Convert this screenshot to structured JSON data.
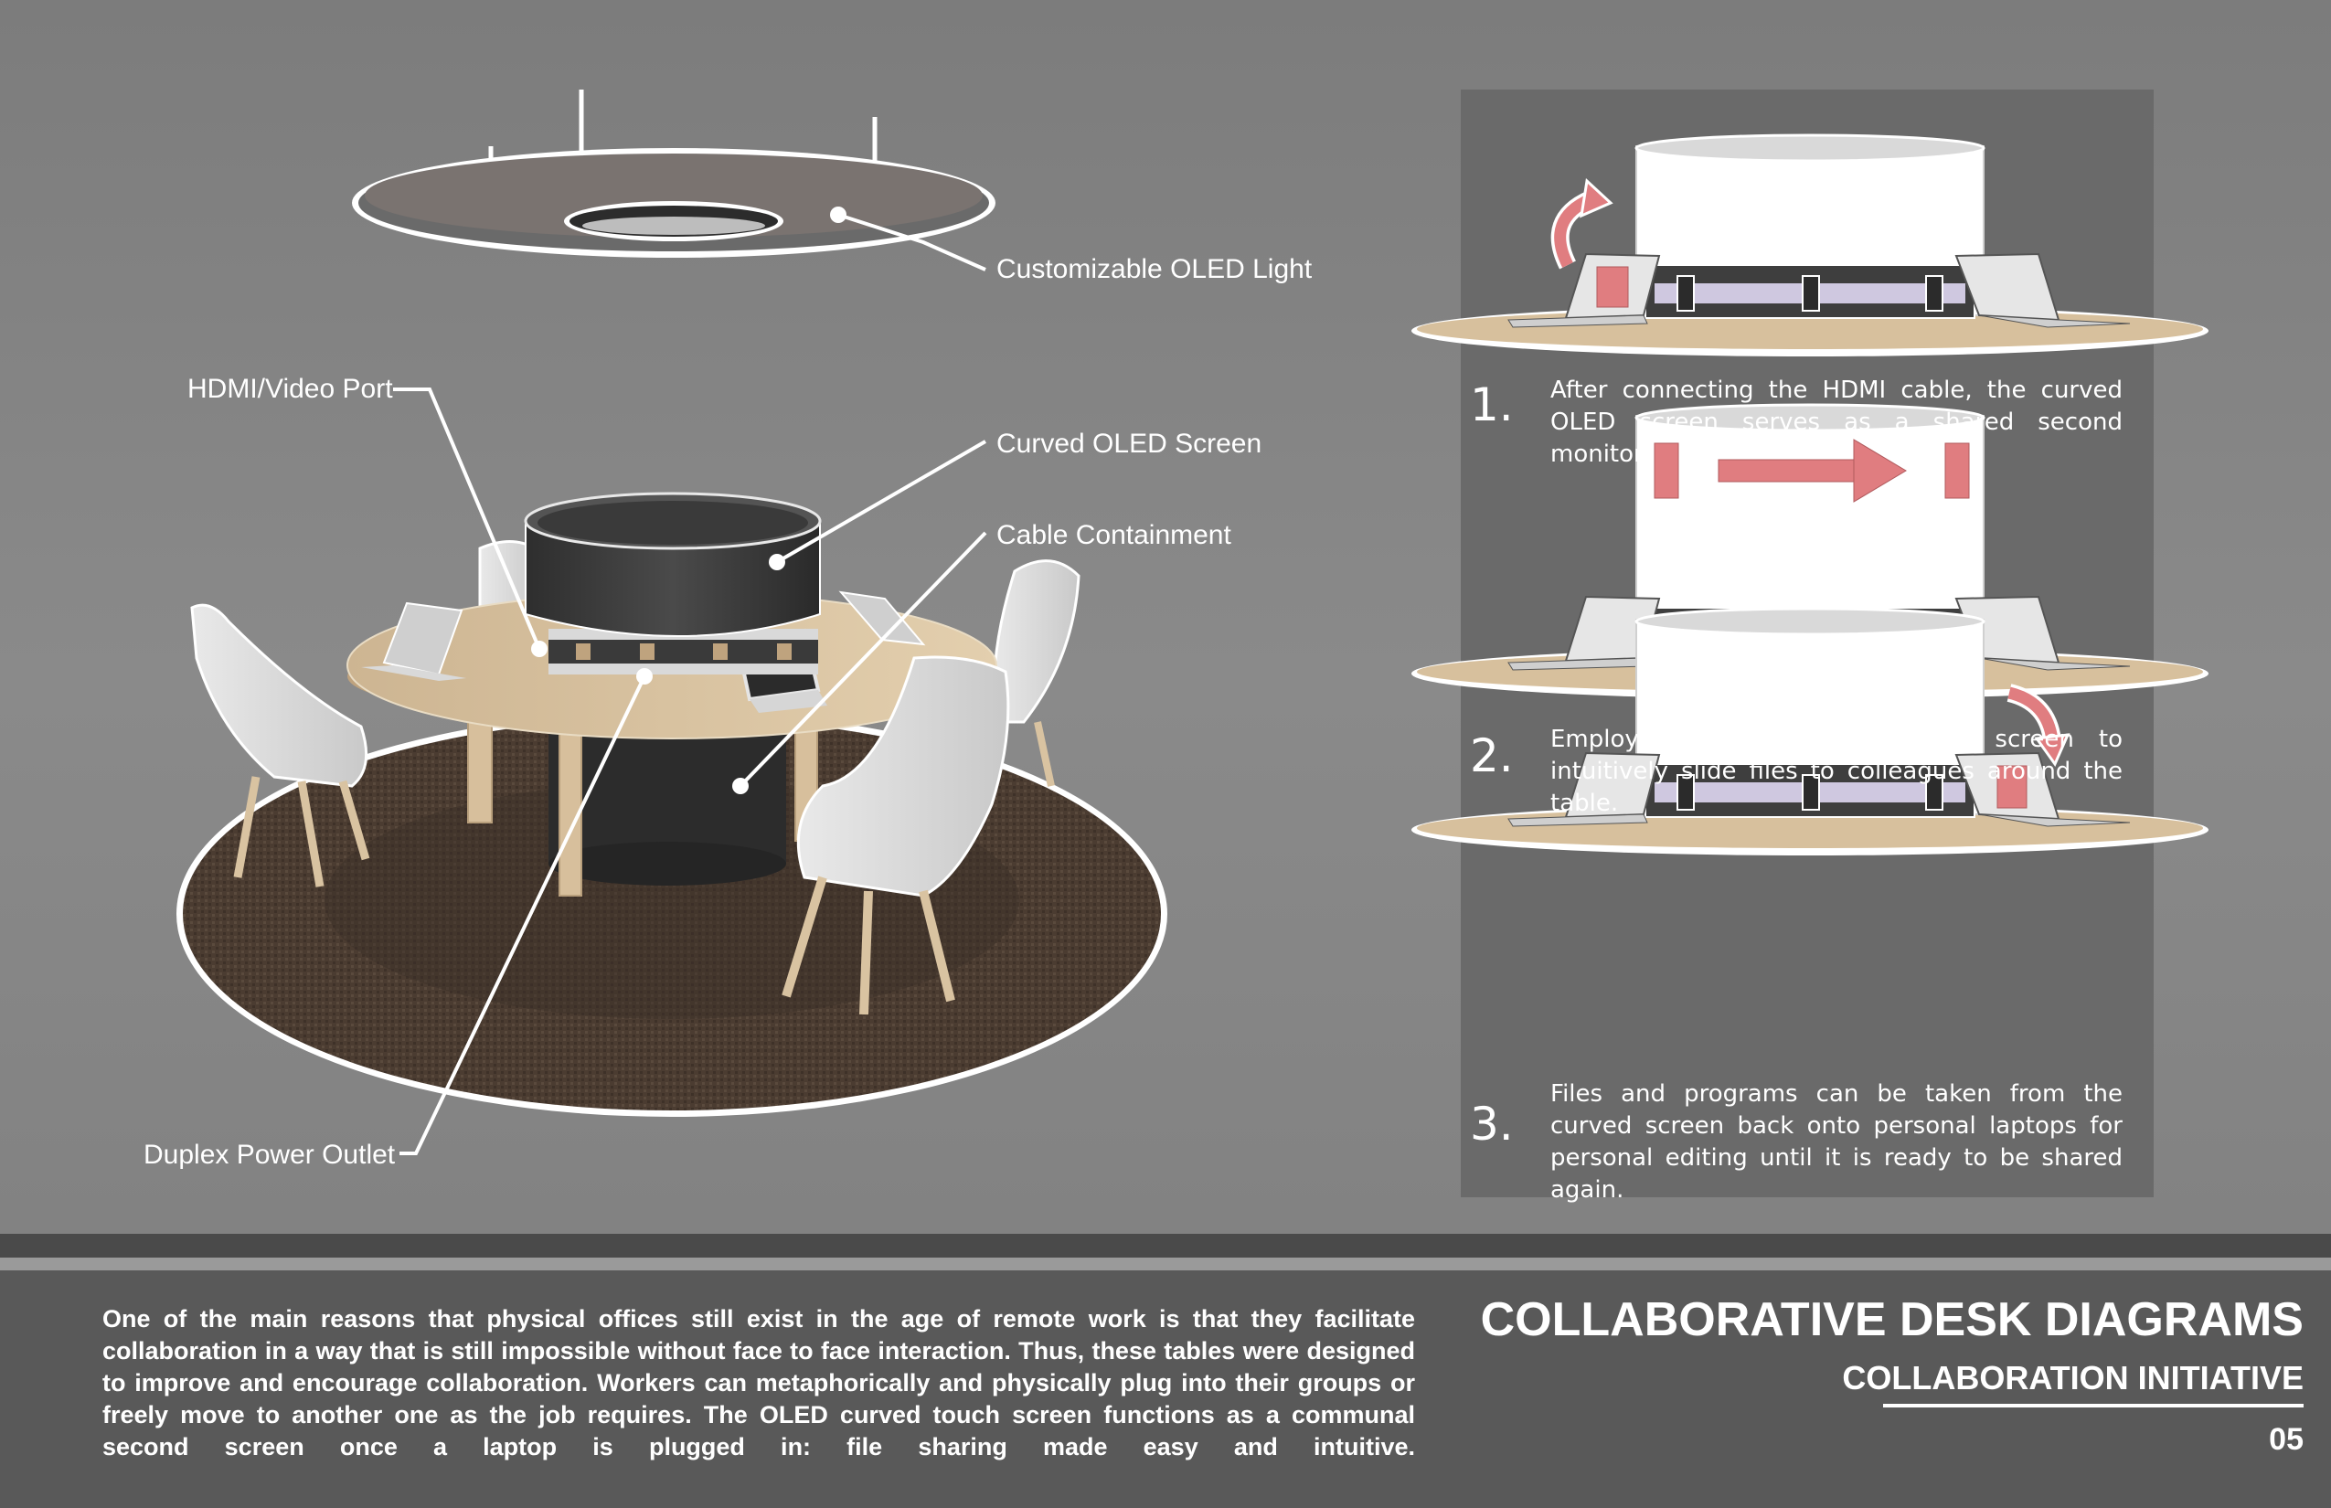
{
  "callouts": {
    "light": "Customizable OLED Light",
    "hdmi": "HDMI/Video Port",
    "screen": "Curved OLED Screen",
    "cable": "Cable Containment",
    "power": "Duplex Power Outlet"
  },
  "steps": [
    {
      "number": "1.",
      "text": "After connecting the HDMI cable, the curved OLED screen serves as a shared second monitor."
    },
    {
      "number": "2.",
      "text": "Employees can use the touch screen to intuitively slide files to colleagues around the table."
    },
    {
      "number": "3.",
      "text": "Files and programs can be taken from the curved screen back onto personal laptops for personal editing until it is ready to be shared again."
    }
  ],
  "footer": {
    "paragraph": "One of the main reasons that physical offices still exist in the age of remote work is that they facilitate collaboration in a way that is still impossible without face to face interaction. Thus, these tables were designed to improve and encourage collaboration. Workers can metaphorically and physically plug into their groups or freely move to another one as the job requires. The OLED curved touch screen functions as a communal second screen once a laptop is plugged in: file sharing made easy and intuitive.",
    "title": "COLLABORATIVE DESK DIAGRAMS",
    "subtitle": "COLLABORATION INITIATIVE",
    "page_number": "05"
  },
  "colors": {
    "background": "#828282",
    "panel": "#6a6a6a",
    "footer": "#595959",
    "accent_pink": "#e07d80",
    "table_wood": "#d8c2a0",
    "rug": "#4e3e33",
    "screen_dark": "#3a3a3a"
  }
}
